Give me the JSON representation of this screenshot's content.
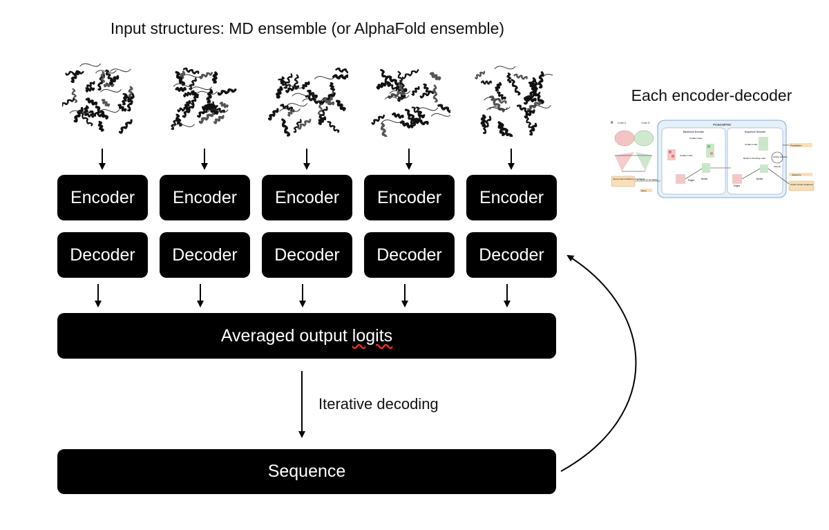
{
  "title": "Input structures: MD ensemble (or AlphaFold ensemble)",
  "side_title": "Each encoder-decoder",
  "columns": [
    {
      "encoder": "Encoder",
      "decoder": "Decoder"
    },
    {
      "encoder": "Encoder",
      "decoder": "Decoder"
    },
    {
      "encoder": "Encoder",
      "decoder": "Decoder"
    },
    {
      "encoder": "Encoder",
      "decoder": "Decoder"
    },
    {
      "encoder": "Encoder",
      "decoder": "Decoder"
    }
  ],
  "averaged_pre": "Averaged output ",
  "averaged_word": "logits",
  "iterative_label": "Iterative decoding",
  "sequence_label": "Sequence",
  "mini_figure": {
    "panel": "A",
    "chain_a": "Chain A",
    "chain_b": "Chain B",
    "header": "ProteinMPNN",
    "backbone_encoder": "Backbone Encoder",
    "sequence_decoder": "Sequence Decoder",
    "update_edges": "Update edges",
    "update_nodes_enc": "Update nodes",
    "update_nodes_dec": "Update nodes",
    "random_order": "Random decoding order",
    "iterative": "Iterative decoding",
    "sample": "Sample",
    "probabilities": "Probabilities",
    "input_box": "Input protein backbone coordinates",
    "output_box": "Output protein sequence",
    "atoms": "N, Ca, C, O, Cb distances",
    "zeros": "Zeros",
    "edges1": "Edges",
    "nodes1": "Nodes",
    "edges2": "Edges",
    "nodes2": "Nodes",
    "sequence": "Sequence"
  }
}
